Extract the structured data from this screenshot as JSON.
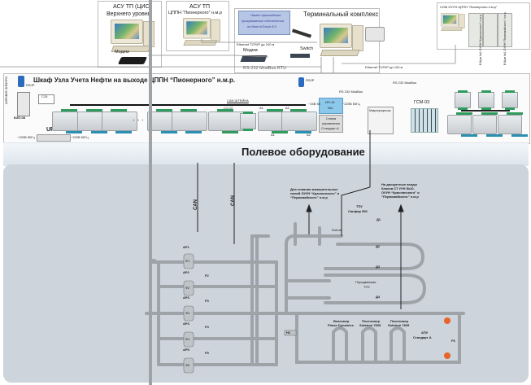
{
  "top": {
    "asu_upper": {
      "title_line1": "АСУ ТП (ЦИС)",
      "title_line2": "Верхнего уровня",
      "modem_label": "Модем"
    },
    "asu_cppn": {
      "title_line1": "АСУ ТП",
      "title_line2": "ЦППН “Пионерного” н.м.р"
    },
    "terminal": {
      "title": "Терминальный комплекс",
      "software_note_line1": "Пакет прикладного",
      "software_note_line2": "программного обеспечения",
      "software_note_line3": "на базе InTouch 8.0",
      "ethernet_label": "Ethernet TCP/IP до 100 м",
      "modem_label": "Модем",
      "switch_label": "Switch",
      "rs232_label": "RS-232 ModBus RTU",
      "ethernet_label_right": "Ethernet TCP/IP до 100 м"
    },
    "som": {
      "title": "СОМ ОУУН ЦППН “Пионерного н.м.р”"
    }
  },
  "cabinet": {
    "title": "Шкаф Узла Учета Нефти на выходе ЦППН “Пионерного” н.м.р.",
    "rsip_left": "RS/IP",
    "rsip_center": "RS/IP",
    "bzp": "БЗП-08",
    "c15": "C15",
    "ups": "UPS",
    "ups_in": "~220В 50Гц",
    "ups_out": "~220В 50Гц",
    "left_vertical_1": "~24В",
    "left_vertical_2": "АЭРОВИТ-ЭЛЕКТРО",
    "left_vertical_3": "~220В 50Гц",
    "can_bus": "CAN ШТЕЙНА",
    "c1c2": "C1,C2",
    "a1_top": "A1",
    "a2_top": "A2",
    "a1_bottom": "A1",
    "a2_bottom": "A2",
    "ip15_line1": "ИП-15",
    "ip15_line2": "№1",
    "ip15_in": "~24В 50",
    "ip15_out": "~220В 50Гц",
    "control_line1": "Схема",
    "control_line2": "управления",
    "control_line3": "Стандарт-А",
    "rs232_modbus_1": "RS 232 ModBus",
    "rs232_modbus_2": "RS 232 ModBus",
    "rs232_modbus_3": "RS 232 ModBus",
    "microprocessor": "Микропроцессор",
    "gsm": "ГСМ-03",
    "right_label_1": "В Щит №1 ОУУН “Краснянского” н.м.р.",
    "right_label_2": "В Щит №1 ОУУН “Первомайского” н.м.р."
  },
  "field": {
    "title": "Полевое оборудование",
    "can_label_1": "CAN",
    "can_label_2": "CAN",
    "note_left_line1": "Для слияния измерительных",
    "note_left_line2": "линий ОУУН “Краснянского” и",
    "note_left_line3": "“Первомайского” н.м.р",
    "note_right_line1": "На дискретные входы",
    "note_right_line2": "блоков СТ УУН №10,",
    "note_right_line3": "ОУУН “Краснянского” и",
    "note_right_line4": "“Первомайского” н.м.р",
    "tpu_line1": "ТПУ",
    "tpu_line2": "Сапфир 500",
    "mobile_tpu_line1": "Передвижная",
    "mobile_tpu_line2": "ТПУ",
    "robot": "Robok",
    "filters": [
      "Ф1",
      "Ф2",
      "Ф3",
      "Ф4",
      "Ф5"
    ],
    "dp_labels": [
      "ΔP1",
      "ΔP2",
      "ΔP3",
      "ΔP4",
      "ΔP5"
    ],
    "flow_labels": [
      "F2",
      "F3",
      "F4",
      "F5"
    ],
    "d_labels": [
      "Д1",
      "Д2",
      "Д3",
      "Д4"
    ],
    "p_label": "P",
    "t_label": "T",
    "h1": "H1",
    "f6": "F6",
    "moisture_line1": "Влагомер",
    "moisture_line2": "Phase Dynamics",
    "density1_line1": "Плотномер",
    "density1_line2": "Solatron 7835",
    "density2_line1": "Плотномер",
    "density2_line2": "Solatron 7835",
    "apu_line1": "АПУ",
    "apu_line2": "Стандарт А"
  },
  "colors": {
    "field_bg": "#cdd4dc",
    "pipe": "#9ea3a8",
    "module_green": "#2f9b5c",
    "module_blue": "#2a8fb0",
    "ip15_blue": "#8cc8ec",
    "pump_orange": "#e8642a"
  }
}
